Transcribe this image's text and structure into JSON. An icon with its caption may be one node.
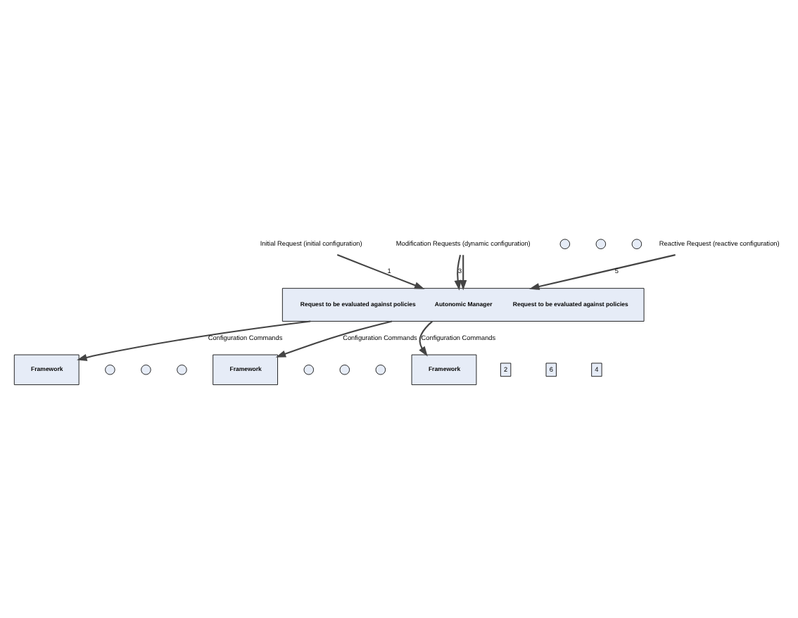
{
  "diagram": {
    "nodes": [
      {
        "text": [
          "Initial Request (initial configuration)"
        ]
      },
      {
        "text": [
          "Modification Requests (dynamic configuration)"
        ]
      },
      {
        "text": [],
        "shape": "circle"
      },
      {
        "text": [],
        "shape": "circle"
      },
      {
        "text": [],
        "shape": "circle"
      },
      {
        "text": [
          "Request to be evaluated against policies",
          "Autonomic Manager",
          "Request to be evaluated against policies"
        ]
      },
      {
        "text": [
          "Reactive Request (reactive configuration)"
        ]
      },
      {
        "text": [
          "Framework"
        ]
      },
      {
        "text": [],
        "shape": "circle"
      },
      {
        "text": [],
        "shape": "circle"
      },
      {
        "text": [],
        "shape": "circle"
      },
      {
        "text": [
          "Framework"
        ]
      },
      {
        "text": [],
        "shape": "circle"
      },
      {
        "text": [],
        "shape": "circle"
      },
      {
        "text": [],
        "shape": "circle"
      },
      {
        "text": [
          "Framework"
        ]
      }
    ],
    "edges": [
      {
        "from": 0,
        "to": 5,
        "arrow": "to",
        "label": "1"
      },
      {
        "from": 1,
        "to": 5,
        "arrow": "to",
        "label": "3"
      },
      {
        "from": 1,
        "to": 5,
        "arrow": "to"
      },
      {
        "from": 5,
        "to": 7,
        "arrow": "to",
        "label": "Configuration Commands"
      },
      {
        "from": 5,
        "to": 11,
        "arrow": "to",
        "label": "Configuration Commands"
      },
      {
        "from": 6,
        "to": 5,
        "arrow": "to",
        "label": "5"
      },
      {
        "from": 5,
        "to": 15,
        "arrow": "to",
        "label": "Configuration Commands"
      }
    ],
    "labels": [
      "2",
      "6",
      "4"
    ]
  }
}
